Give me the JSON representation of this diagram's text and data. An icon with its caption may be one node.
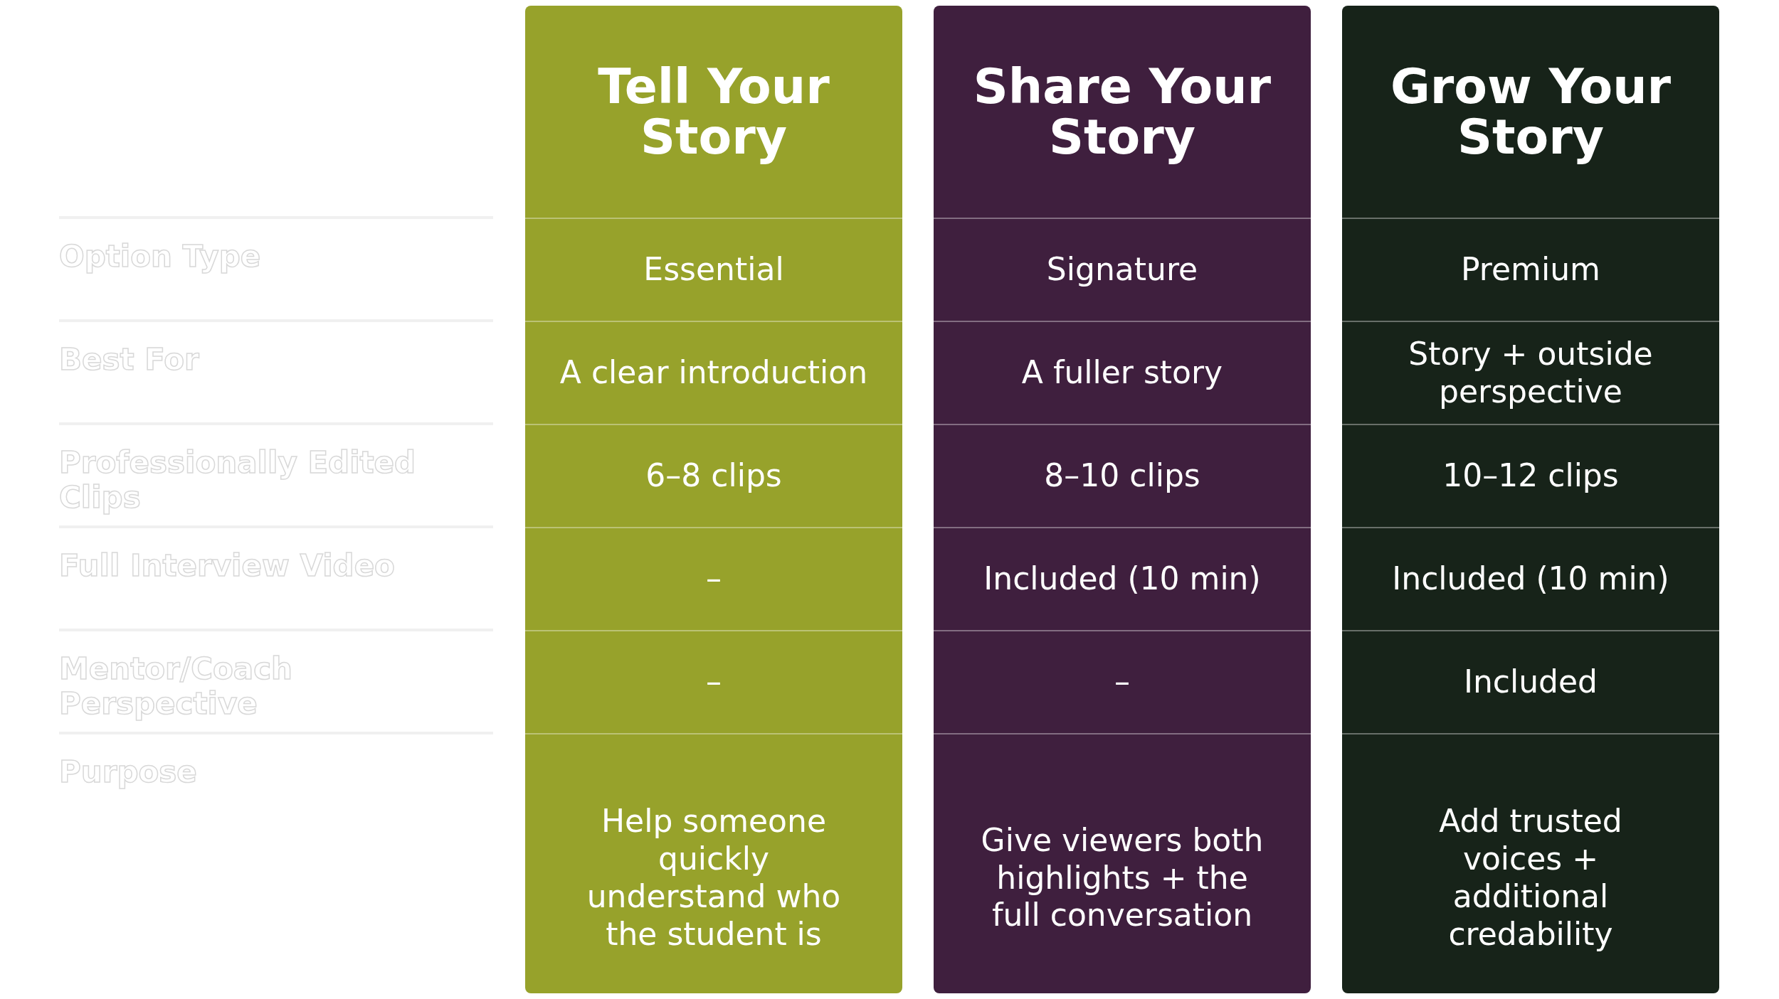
{
  "diagram": {
    "labels": [
      "Tell Your Story",
      "Share Your Story",
      "Grow Your Story",
      "Option Type",
      "Essential",
      "Signature",
      "Premium",
      "Best For",
      "A clear introduction",
      "A fuller story",
      "Story + outside perspective",
      "Professionally Edited Clips",
      "6–8 clips",
      "8–10 clips",
      "10–12 clips",
      "Full Interview Video",
      "–",
      "Included (10 min)",
      "Included (10 min)",
      "Mentor/Coach Perspective",
      "–",
      "–",
      "Included",
      "Purpose",
      "Help someone quickly understand who the student is",
      "Give viewers both highlights + the full conversation",
      "Add trusted voices + additional credability"
    ]
  }
}
